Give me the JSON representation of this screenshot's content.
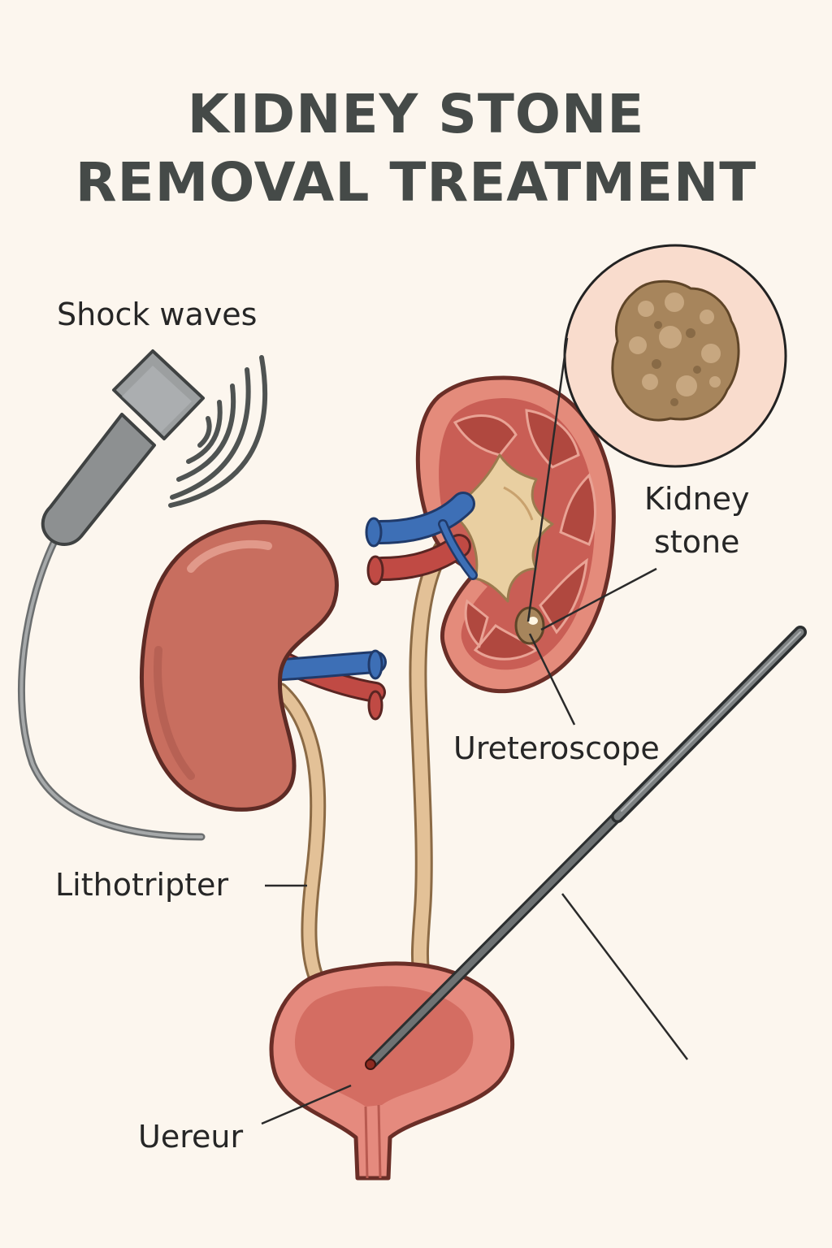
{
  "title": {
    "line1": "KIDNEY STONE",
    "line2": "REMOVAL TREATMENT"
  },
  "labels": {
    "shock_waves": "Shock waves",
    "kidney_stone_line1": "Kidney",
    "kidney_stone_line2": "stone",
    "ureteroscope": "Ureteroscope",
    "lithotripter": "Lithotripter",
    "ureter": "Uereur"
  },
  "colors": {
    "background": "#fcf6ee",
    "title": "#454a48",
    "kidney": "#c86e5f",
    "kidney_dark": "#9c4a42",
    "vein": "#3d6fb6",
    "artery": "#c04a44",
    "ureter": "#e3c197",
    "bladder": "#e58a7e",
    "device": "#8a8d8e",
    "stone": "#a7855c"
  }
}
